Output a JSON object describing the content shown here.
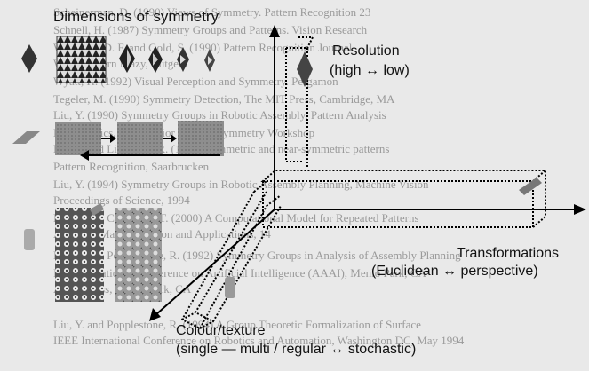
{
  "diagram": {
    "title": "Dimensions of symmetry",
    "resolution": {
      "label": "Resolution",
      "range": "(high ↔ low)"
    },
    "transformations": {
      "label": "Transformations",
      "range": "(Euclidean ↔ perspective)"
    },
    "colour_texture": {
      "label": "Colour/texture",
      "range": "(single — multi / regular ↔ stochastic)"
    }
  },
  "background_text": [
    "Scheinerman, D. (1990) Views of Symmetry. Pattern Recognition 23",
    "Schnell, H. (1987) Symmetry Groups and Patterns. Vision Research",
    "Weinberg, D. F. and Gold, S. (1990) Pattern Recognition Journal",
    "Wolfe Pattern Mazy, Rutgers",
    "Wyatt, H. (1992) Visual Perception and Symmetry. Pergamon",
    "Tegeler, M. (1990) Symmetry Detection, The MIT Press, Cambridge, MA",
    "Liu, Y. (1990) Symmetry Groups in Robotic Assembly, Pattern Analysis",
    "Mathematics, Model Prior to Proc. Symmetry Workshop",
    "Liu, Y. and Lienhardt, R. (1994) Symmetric and near-symmetric patterns",
    "Pattern Recognition, Saarbrucken",
    "Liu, Y. (1994) Symmetry Groups in Robotic Assembly Planning, Machine Vision",
    "Proceedings of Science, 1994",
    "Liu, Y. and Collins, R. T. (2000) A Computational Model for Repeated Patterns",
    "Analysis, Machine Vision and Applications, 14",
    "Liu, Y. and Popplestone, R. (1992) Symmetry Groups in Analysis of Assembly Planning",
    "In Proc. National Conference on Artificial Intelligence (AAAI), Menlo Park, CA",
    "AAAI Press, Menlo Park, CA",
    "Liu, Y. and Popplestone, R. (1994) A Group Theoretic Formalization of Surface",
    "IEEE International Conference on Robotics and Automation, Washington DC, May 1994"
  ]
}
